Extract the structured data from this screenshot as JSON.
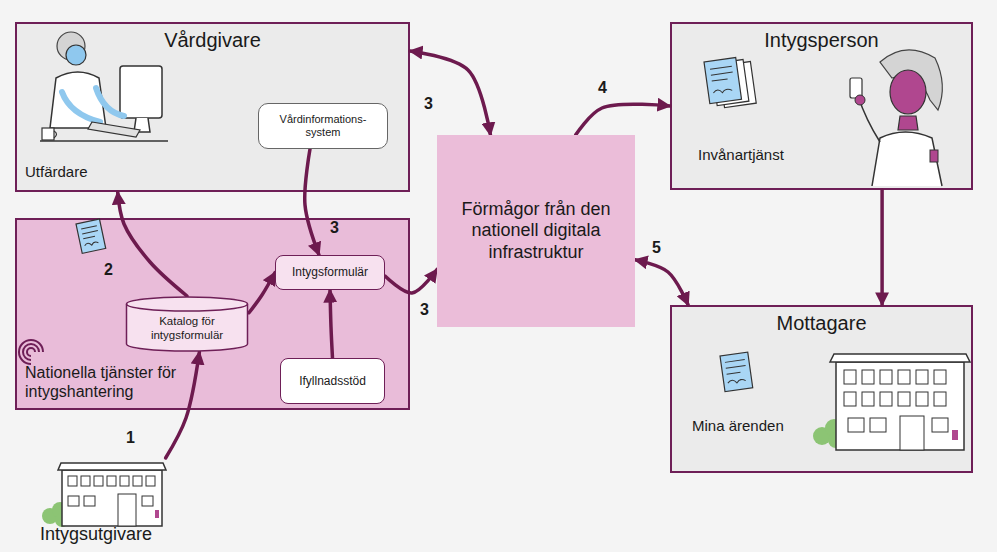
{
  "diagram": {
    "nodes": [
      {
        "text": [
          "Vårdgivare",
          "Utfärdare"
        ]
      },
      {
        "text": [
          "Vårdinformations- system"
        ],
        "in": 0
      },
      {
        "text": [
          "Nationella tjänster för intygshantering"
        ]
      },
      {
        "text": [
          "Katalog för intygsformulär"
        ],
        "in": 2
      },
      {
        "text": [
          "Intygsformulär"
        ],
        "in": 2
      },
      {
        "text": [
          "Ifyllnadsstöd"
        ],
        "in": 2
      },
      {
        "text": [
          "Förmågor från den nationell digitala infrastruktur"
        ]
      },
      {
        "text": [
          "Intygsperson",
          "Invånartjänst"
        ]
      },
      {
        "text": [
          "Mottagare",
          "Mina ärenden"
        ]
      },
      {
        "text": [
          "Intygsutgivare"
        ]
      }
    ],
    "edges": [
      {
        "from": 9,
        "to": 3,
        "label": "1",
        "arrow": "to"
      },
      {
        "from": 3,
        "to": 0,
        "label": "2",
        "arrow": "to"
      },
      {
        "from": 3,
        "to": 4,
        "arrow": "to"
      },
      {
        "from": 1,
        "to": 4,
        "label": "3",
        "arrow": "to"
      },
      {
        "from": 5,
        "to": 4,
        "arrow": "to"
      },
      {
        "from": 4,
        "to": 6,
        "label": "3",
        "arrow": "to"
      },
      {
        "from": 0,
        "to": 6,
        "label": "3",
        "arrow": "both"
      },
      {
        "from": 6,
        "to": 7,
        "label": "4",
        "arrow": "to"
      },
      {
        "from": 6,
        "to": 8,
        "label": "5",
        "arrow": "both"
      },
      {
        "from": 7,
        "to": 8,
        "arrow": "to"
      }
    ]
  }
}
